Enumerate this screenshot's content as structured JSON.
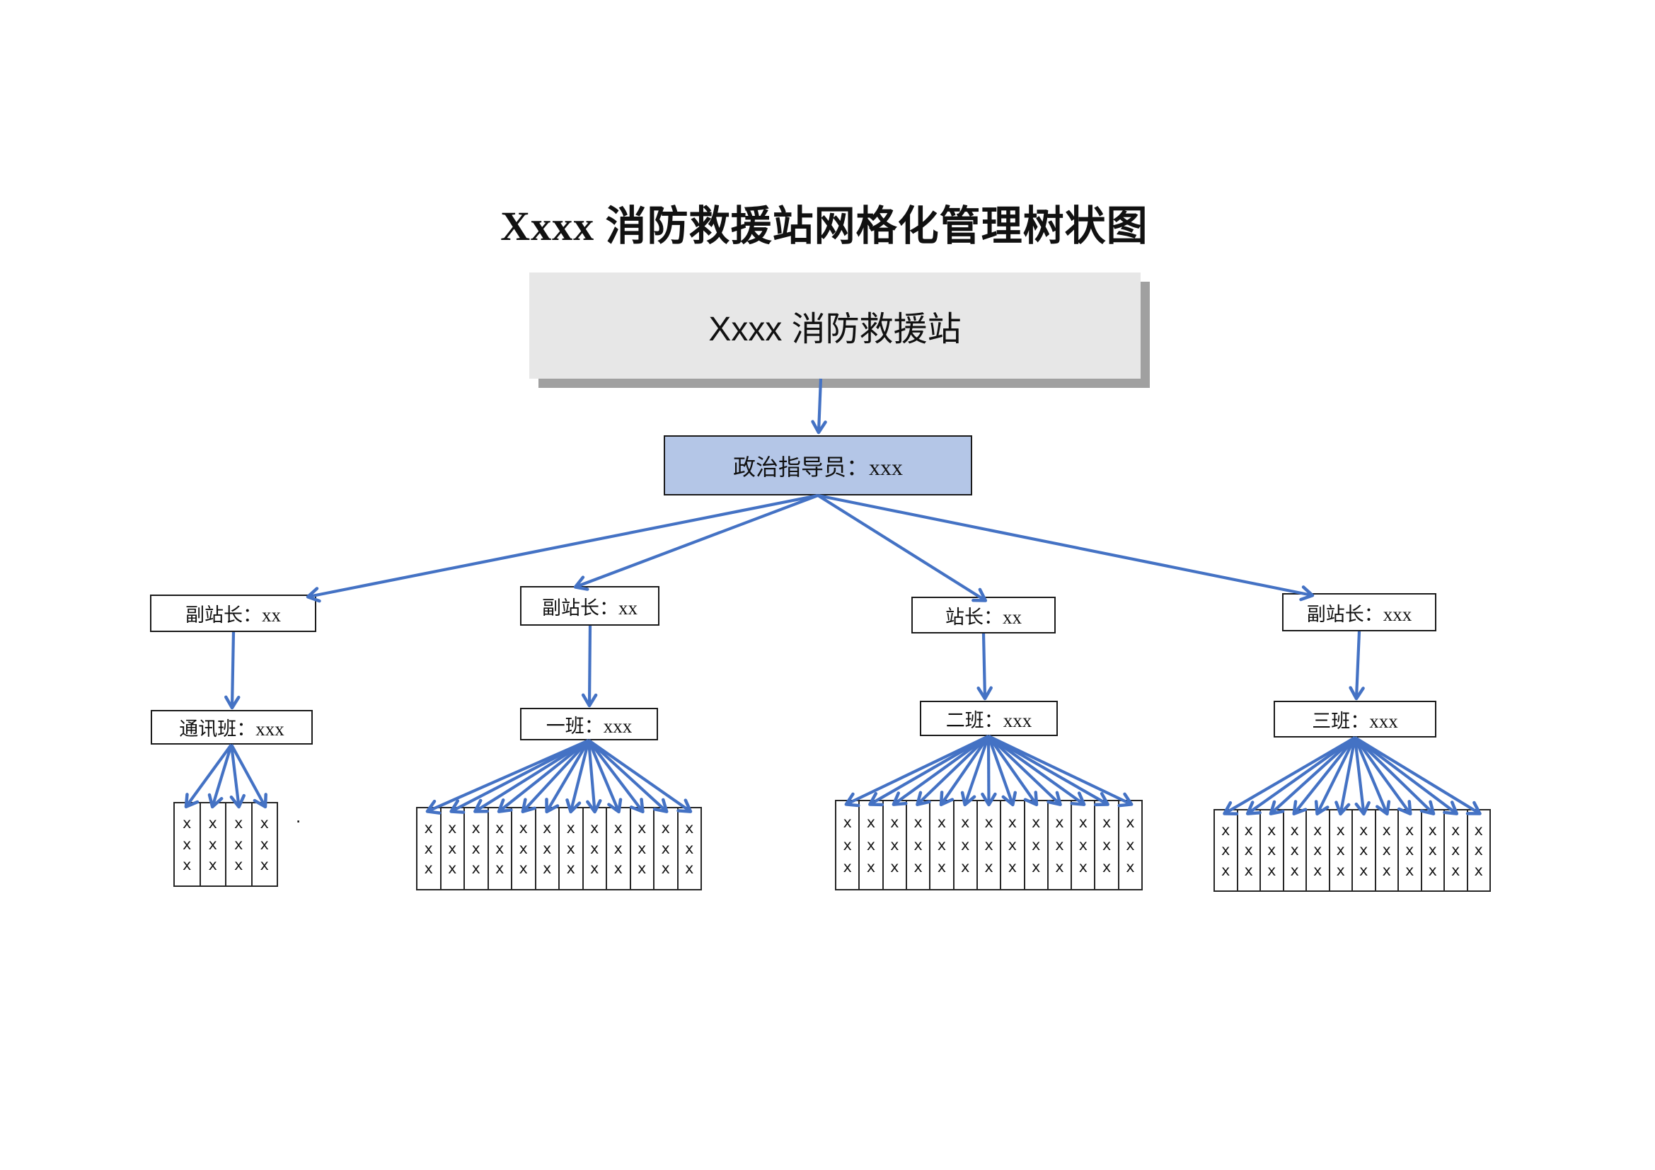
{
  "title": "Xxxx 消防救援站网格化管理树状图",
  "root": {
    "label": "Xxxx 消防救援站"
  },
  "instructor": {
    "label": "政治指导员：xxx"
  },
  "leaders": [
    {
      "label": "副站长：xx"
    },
    {
      "label": "副站长：xx"
    },
    {
      "label": "站长：xx"
    },
    {
      "label": "副站长：xxx"
    }
  ],
  "squads": [
    {
      "label": "通讯班：xxx",
      "columns": 4,
      "cell_text": [
        "x",
        "x",
        "x"
      ]
    },
    {
      "label": "一班：xxx",
      "columns": 12,
      "cell_text": [
        "x",
        "x",
        "x"
      ]
    },
    {
      "label": "二班：xxx",
      "columns": 13,
      "cell_text": [
        "x",
        "x",
        "x"
      ]
    },
    {
      "label": "三班：xxx",
      "columns": 12,
      "cell_text": [
        "x",
        "x",
        "x"
      ]
    }
  ],
  "stray_dot": ".",
  "colors": {
    "arrow": "#4472C4",
    "instructor_fill": "#B4C6E7",
    "root_fill": "#E7E7E7",
    "root_shadow": "#A0A0A0",
    "box_border": "#1a1a1a",
    "text": "#111111"
  }
}
